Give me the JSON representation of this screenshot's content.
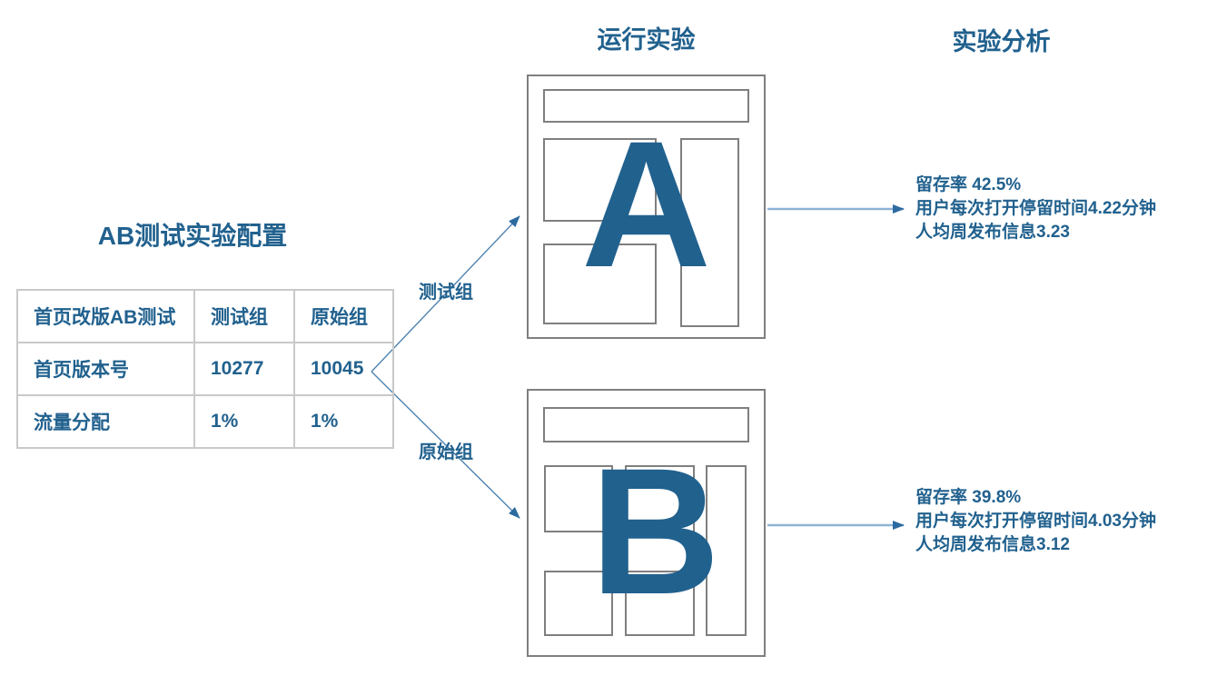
{
  "titles": {
    "config": "AB测试实验配置",
    "run": "运行实验",
    "analysis": "实验分析"
  },
  "table": {
    "headers": [
      "首页改版AB测试",
      "测试组",
      "原始组"
    ],
    "rows": [
      [
        "首页版本号",
        "10277",
        "10045"
      ],
      [
        "流量分配",
        "1%",
        "1%"
      ]
    ]
  },
  "branches": [
    {
      "label": "测试组"
    },
    {
      "label": "原始组"
    }
  ],
  "variants": [
    {
      "letter": "A",
      "metrics": [
        "留存率 42.5%",
        "用户每次打开停留时间4.22分钟",
        "人均周发布信息3.23"
      ]
    },
    {
      "letter": "B",
      "metrics": [
        "留存率 39.8%",
        "用户每次打开停留时间4.03分钟",
        "人均周发布信息3.12"
      ]
    }
  ],
  "colors": {
    "accent_text": "#21618e",
    "wireframe_border": "#7f7f7f",
    "table_border": "#c9c9c9",
    "branch_line": "#4e83b0",
    "result_line": "#8fb4d6",
    "arrowhead": "#2c6ba0"
  }
}
